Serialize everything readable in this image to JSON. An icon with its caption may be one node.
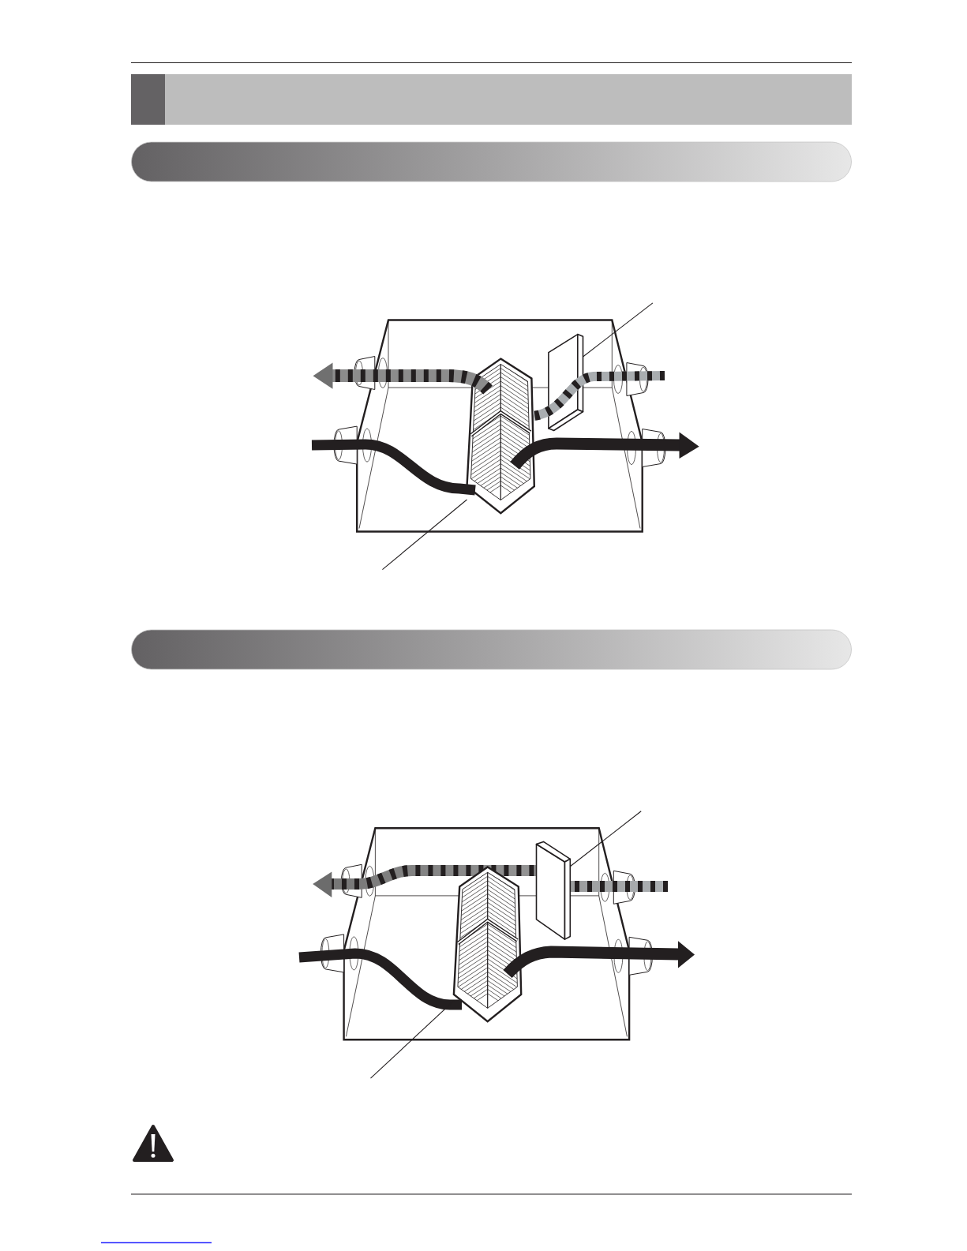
{
  "diagram": {
    "nodes": [
      {
        "text": [],
        "shape": "bar"
      },
      {
        "text": [],
        "shape": "bar"
      },
      {
        "text": [],
        "shape": "box"
      },
      {
        "text": [],
        "shape": "picture"
      },
      {
        "text": [],
        "shape": "bar"
      },
      {
        "text": [],
        "shape": "box"
      },
      {
        "text": [],
        "shape": "picture"
      }
    ],
    "edges": [
      {
        "from": null,
        "to": 2,
        "arrow": "none"
      },
      {
        "from": null,
        "to": 3,
        "arrow": "none"
      },
      {
        "from": null,
        "to": 5,
        "arrow": "none"
      },
      {
        "from": null,
        "to": 6,
        "arrow": "none"
      }
    ]
  }
}
